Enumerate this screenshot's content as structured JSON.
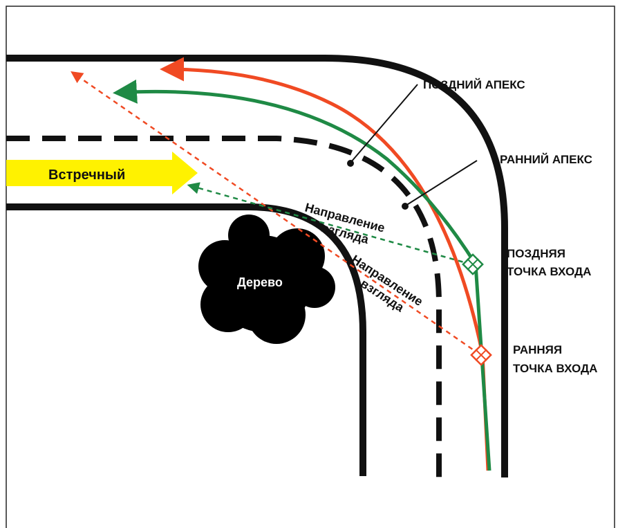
{
  "labels": {
    "late_apex": "ПОЗДНИЙ АПЕКС",
    "early_apex": "РАННИЙ АПЕКС",
    "oncoming": "Встречный",
    "tree": "Дерево",
    "gaze_direction_late": "Направление взгляда",
    "gaze_direction_early": "Направление взгляда",
    "late_entry_line1": "ПОЗДНЯЯ",
    "late_entry_line2": "ТОЧКА ВХОДА",
    "early_entry_line1": "РАННЯЯ",
    "early_entry_line2": "ТОЧКА ВХОДА"
  },
  "colors": {
    "road_edge": "#111111",
    "early_line": "#f04a23",
    "late_line": "#1f8a45",
    "oncoming_arrow": "#fff200",
    "tree": "#000000"
  }
}
